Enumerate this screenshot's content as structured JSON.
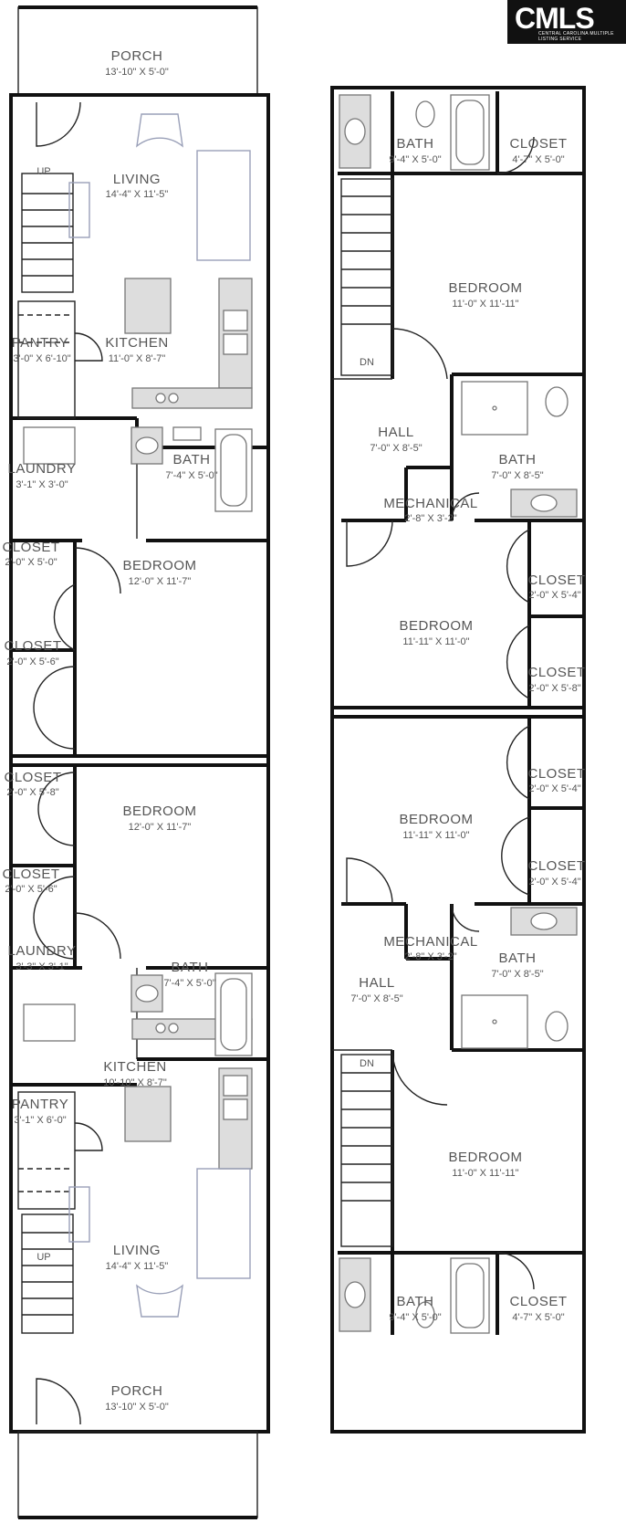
{
  "logo": {
    "brand": "CMLS",
    "tagline": "CENTRAL CAROLINA MULTIPLE LISTING SERVICE"
  },
  "left_unit_top": {
    "porch": {
      "name": "PORCH",
      "dim": "13'-10\" X 5'-0\""
    },
    "living": {
      "name": "LIVING",
      "dim": "14'-4\" X 11'-5\""
    },
    "up": "UP",
    "pantry": {
      "name": "PANTRY",
      "dim": "3'-0\" X 6'-10\""
    },
    "kitchen": {
      "name": "KITCHEN",
      "dim": "11'-0\" X 8'-7\""
    },
    "laundry": {
      "name": "LAUNDRY",
      "dim": "3'-1\" X 3'-0\""
    },
    "bath": {
      "name": "BATH",
      "dim": "7'-4\" X 5'-0\""
    },
    "closet1": {
      "name": "CLOSET",
      "dim": "2'-0\" X 5'-0\""
    },
    "bedroom": {
      "name": "BEDROOM",
      "dim": "12'-0\" X 11'-7\""
    },
    "closet2": {
      "name": "CLOSET",
      "dim": "2'-0\" X 5'-6\""
    }
  },
  "left_unit_bottom": {
    "closet1": {
      "name": "CLOSET",
      "dim": "2'-0\" X 5'-8\""
    },
    "bedroom": {
      "name": "BEDROOM",
      "dim": "12'-0\" X 11'-7\""
    },
    "closet2": {
      "name": "CLOSET",
      "dim": "2'-0\" X 5'-6\""
    },
    "laundry": {
      "name": "LAUNDRY",
      "dim": "3'-3\" X 3'-1\""
    },
    "bath": {
      "name": "BATH",
      "dim": "7'-4\" X 5'-0\""
    },
    "kitchen": {
      "name": "KITCHEN",
      "dim": "10'-10\" X 8'-7\""
    },
    "pantry": {
      "name": "PANTRY",
      "dim": "3'-1\" X 6'-0\""
    },
    "up": "UP",
    "living": {
      "name": "LIVING",
      "dim": "14'-4\" X 11'-5\""
    },
    "porch": {
      "name": "PORCH",
      "dim": "13'-10\" X 5'-0\""
    }
  },
  "right_unit_top": {
    "bath1": {
      "name": "BATH",
      "dim": "9'-4\" X 5'-0\""
    },
    "closet1": {
      "name": "CLOSET",
      "dim": "4'-7\" X 5'-0\""
    },
    "bedroom1": {
      "name": "BEDROOM",
      "dim": "11'-0\" X 11'-11\""
    },
    "dn": "DN",
    "hall": {
      "name": "HALL",
      "dim": "7'-0\" X 8'-5\""
    },
    "bath2": {
      "name": "BATH",
      "dim": "7'-0\" X 8'-5\""
    },
    "mechanical": {
      "name": "MECHANICAL",
      "dim": "2'-8\" X 3'-2\""
    },
    "closet2": {
      "name": "CLOSET",
      "dim": "2'-0\" X 5'-4\""
    },
    "bedroom2": {
      "name": "BEDROOM",
      "dim": "11'-11\" X 11'-0\""
    },
    "closet3": {
      "name": "CLOSET",
      "dim": "2'-0\" X 5'-8\""
    }
  },
  "right_unit_bottom": {
    "closet1": {
      "name": "CLOSET",
      "dim": "2'-0\" X 5'-4\""
    },
    "bedroom1": {
      "name": "BEDROOM",
      "dim": "11'-11\" X 11'-0\""
    },
    "closet2": {
      "name": "CLOSET",
      "dim": "2'-0\" X 5'-4\""
    },
    "mechanical": {
      "name": "MECHANICAL",
      "dim": "2'-8\" X 3'-2\""
    },
    "bath1": {
      "name": "BATH",
      "dim": "7'-0\" X 8'-5\""
    },
    "hall": {
      "name": "HALL",
      "dim": "7'-0\" X 8'-5\""
    },
    "dn": "DN",
    "bedroom2": {
      "name": "BEDROOM",
      "dim": "11'-0\" X 11'-11\""
    },
    "bath2": {
      "name": "BATH",
      "dim": "9'-4\" X 5'-0\""
    },
    "closet3": {
      "name": "CLOSET",
      "dim": "4'-7\" X 5'-0\""
    }
  },
  "colors": {
    "wall": "#111111",
    "label": "#555555",
    "fixture_fill": "#dddddd",
    "furniture": "#9aa0b8"
  }
}
